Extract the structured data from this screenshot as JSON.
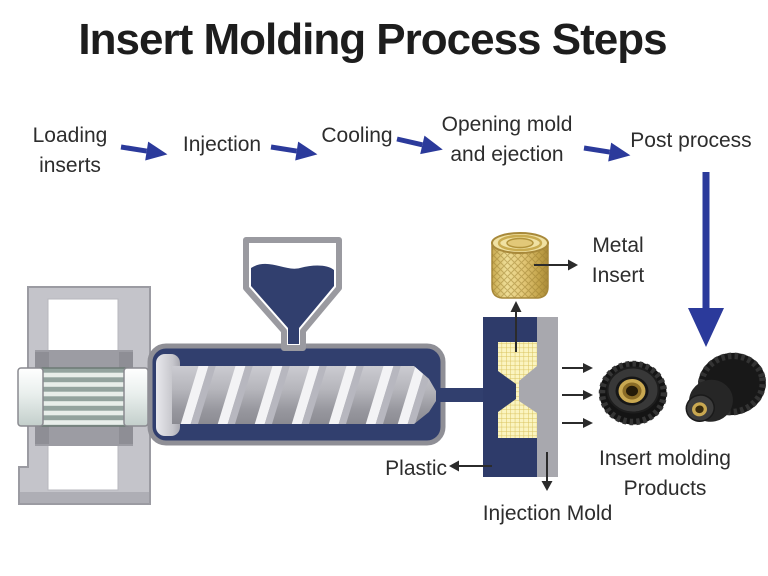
{
  "title": "Insert Molding Process Steps",
  "steps": [
    {
      "line1": "Loading",
      "line2": "inserts"
    },
    {
      "line1": "Injection"
    },
    {
      "line1": "Cooling"
    },
    {
      "line1": "Opening mold",
      "line2": "and ejection"
    },
    {
      "line1": "Post process"
    }
  ],
  "labels": {
    "metal_insert_line1": "Metal",
    "metal_insert_line2": "Insert",
    "plastic": "Plastic",
    "injection_mold": "Injection Mold",
    "products_line1": "Insert molding",
    "products_line2": "Products"
  },
  "icons": {
    "flow_arrow": "right-arrow",
    "post_process_arrow": "long-down-arrow",
    "machine": "injection-molding-machine",
    "metal_insert": "brass-knurled-insert",
    "products": "black-knurled-knobs"
  },
  "colors": {
    "flow-arrow": "#2b3a9b",
    "machine-navy": "#313f6e",
    "frame-gray": "#c4c4ca",
    "frame-border": "#9b9ba2",
    "mold-gray": "#a8a8ae",
    "gold": "#e6cf80",
    "text": "#2d2d2d"
  }
}
